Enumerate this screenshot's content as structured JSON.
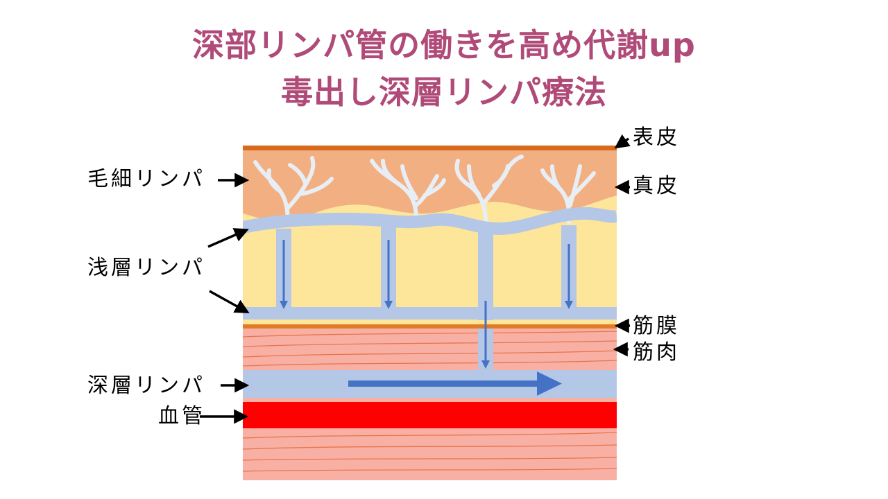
{
  "title": {
    "line1": "深部リンパ管の働きを高め代謝up",
    "line2": "毒出し深層リンパ療法",
    "color": "#b04a78"
  },
  "labels": {
    "epidermis": "表皮",
    "dermis": "真皮",
    "capillary_lymph": "毛細リンパ",
    "superficial_lymph": "浅層リンパ",
    "fascia": "筋膜",
    "muscle": "筋肉",
    "deep_lymph": "深層リンパ",
    "blood_vessel": "血管"
  },
  "colors": {
    "epidermis": "#d86a1e",
    "dermis": "#f2b082",
    "fat": "#fde59a",
    "lymph": "#b4c7e7",
    "capillary": "#e8eef6",
    "flow_arrow": "#4472c4",
    "fascia": "#e07b28",
    "muscle": "#f8b0a4",
    "muscle_fiber": "#e8744a",
    "blood": "#ff0000",
    "pointer": "#000000"
  }
}
